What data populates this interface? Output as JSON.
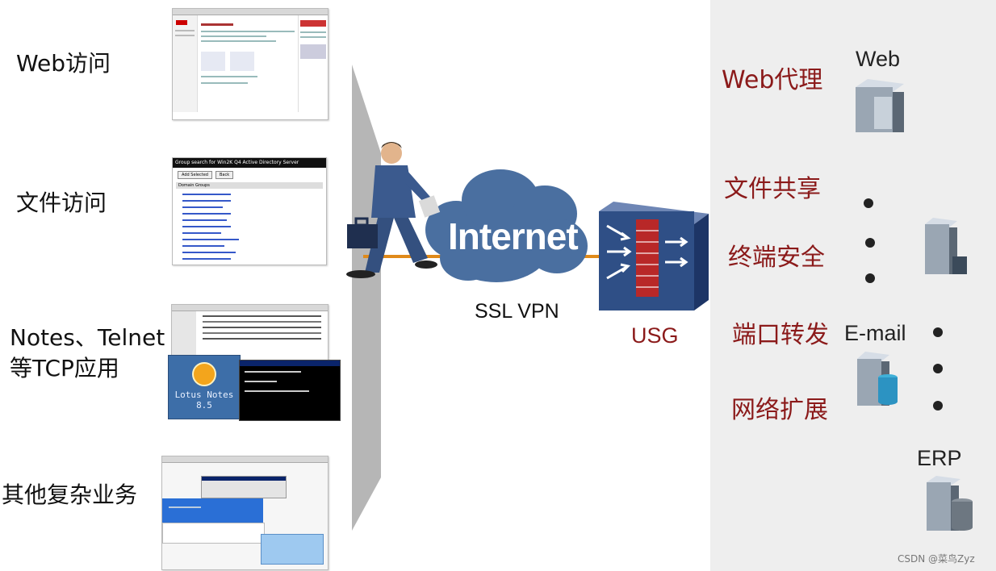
{
  "left_items": [
    {
      "label": "Web访问"
    },
    {
      "label": "文件访问"
    },
    {
      "label": "Notes、Telnet"
    },
    {
      "label": "等TCP应用"
    },
    {
      "label": "其他复杂业务"
    }
  ],
  "screens": {
    "file_title": "Group search for Win2K Q4 Active Directory Server",
    "file_buttons": [
      "Add Selected",
      "Back"
    ],
    "file_header": "Domain Groups",
    "lotus_title": "Lotus Notes",
    "lotus_version": "8.5"
  },
  "center": {
    "cloud_label": "Internet",
    "vpn_label": "SSL VPN",
    "gateway_label": "USG"
  },
  "right_items": {
    "web_proxy": "Web代理",
    "file_share": "文件共享",
    "terminal_security": "终端安全",
    "port_forward": "端口转发",
    "network_ext": "网络扩展"
  },
  "servers": {
    "web": "Web",
    "email": "E-mail",
    "erp": "ERP"
  },
  "watermark": "CSDN @菜鸟Zyz",
  "colors": {
    "panel_bg": "#eeeeee",
    "red_text": "#8b1a1a",
    "cloud": "#4a6fa0",
    "firewall": "#2f4f86",
    "wall": "#a8a8a8"
  }
}
